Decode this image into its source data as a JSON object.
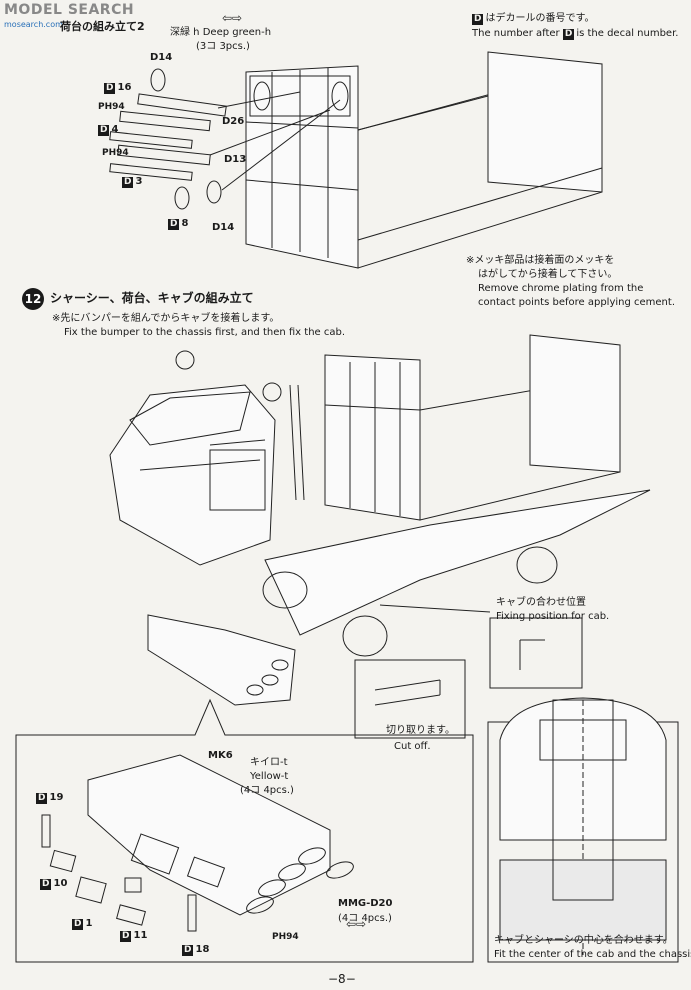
{
  "watermark": {
    "brand": "MODEL",
    "brand2": "SEARCH",
    "url": "mosearch.com"
  },
  "step11": {
    "title": "荷台の組み立て2",
    "paint": {
      "jp": "深緑 h",
      "en": "Deep green-h",
      "qty": "(3コ 3pcs.)"
    },
    "parts": [
      "D14",
      "D16",
      "PH94",
      "D26",
      "D4",
      "PH94",
      "D13",
      "D3",
      "D8",
      "D14"
    ]
  },
  "decal_note": {
    "marker": "D",
    "jp": "はデカールの番号です。",
    "en_pre": "The number after",
    "en_post": "is the decal number."
  },
  "chrome_note": {
    "jp1": "※メッキ部品は接着面のメッキを",
    "jp2": "はがしてから接着して下さい。",
    "en1": "Remove chrome plating from the",
    "en2": "contact points before applying cement."
  },
  "step12": {
    "number": "12",
    "title": "シャーシー、荷台、キャブの組み立て",
    "note_jp": "※先にバンパーを組んでからキャブを接着します。",
    "note_en": "Fix the bumper to the chassis first, and then fix the cab."
  },
  "fixing_position": {
    "jp": "キャブの合わせ位置",
    "en": "Fixing position for cab."
  },
  "cut_off": {
    "jp": "切り取ります。",
    "en": "Cut off."
  },
  "bumper": {
    "mk6": "MK6",
    "paint": {
      "jp": "キイロ-t",
      "en": "Yellow-t",
      "qty": "(4コ 4pcs.)"
    },
    "parts": [
      "D19",
      "D10",
      "D1",
      "D11",
      "D18",
      "PH94"
    ],
    "mmg": {
      "code": "MMG-D20",
      "qty": "(4コ 4pcs.)"
    }
  },
  "center_note": {
    "jp": "キャブとシャーシの中心を合わせます。",
    "en": "Fit the center of the cab and the chassis."
  },
  "page": "−8−"
}
